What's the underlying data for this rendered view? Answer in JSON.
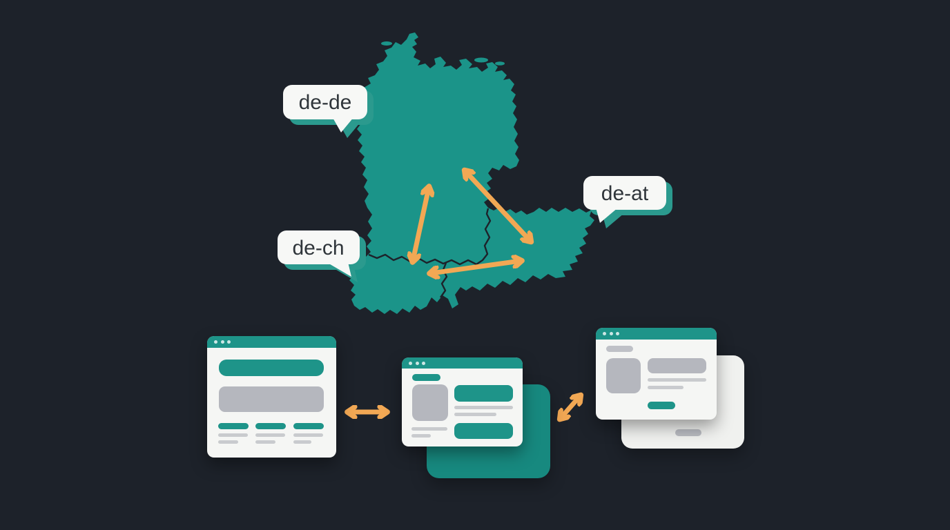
{
  "bubbles": [
    {
      "label": "de-de"
    },
    {
      "label": "de-ch"
    },
    {
      "label": "de-at"
    }
  ],
  "map": {
    "icon": "dach-region-map-silhouette",
    "border_lines_icon": "country-border-line"
  },
  "arrows": {
    "icon": "double-headed-arrow",
    "map_arrow_count": 3,
    "window_arrow_count": 2
  },
  "windows": {
    "icon": "browser-window-mockup",
    "count": 3
  },
  "colors": {
    "background": "#1d222a",
    "map_teal": "#1b9489",
    "ui_teal": "#1e9489",
    "backdrop_teal": "#17897f",
    "arrow_orange": "#f2a854",
    "bubble_white": "#f7f8f6",
    "bubble_shadow_teal": "#2b9a8e",
    "bubble_text": "#2f353a",
    "window_white": "#f5f6f4",
    "backdrop_white": "#f0f1ef",
    "placeholder_gray": "#b5b7be",
    "line_gray": "#c9cbce"
  }
}
